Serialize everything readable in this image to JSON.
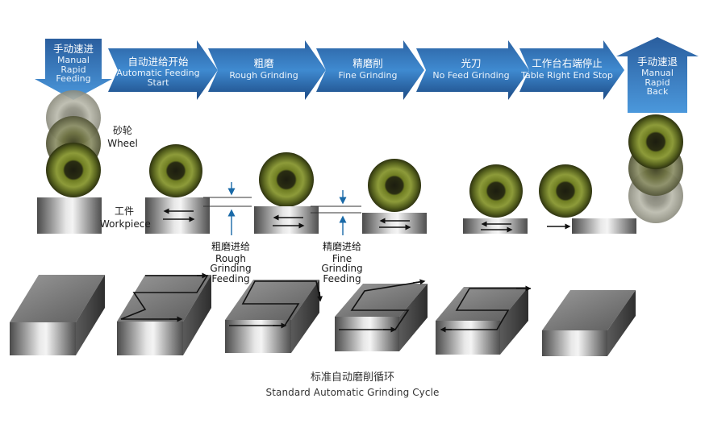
{
  "steps": [
    {
      "zh": "手动速进",
      "en": "Manual\nRapid\nFeeding"
    },
    {
      "zh": "自动进给开始",
      "en": "Automatic Feeding\nStart"
    },
    {
      "zh": "粗磨",
      "en": "Rough Grinding"
    },
    {
      "zh": "精磨削",
      "en": "Fine Grinding"
    },
    {
      "zh": "光刀",
      "en": "No Feed Grinding"
    },
    {
      "zh": "工作台右端停止",
      "en": "Table Right End Stop"
    },
    {
      "zh": "手动速退",
      "en": "Manual\nRapid\nBack"
    }
  ],
  "labels": {
    "wheel_zh": "砂轮",
    "wheel_en": "Wheel",
    "workpiece_zh": "工件",
    "workpiece_en": "Workpiece",
    "rough_feed_zh": "粗磨进给",
    "rough_feed_en": "Rough\nGrinding\nFeeding",
    "fine_feed_zh": "精磨进给",
    "fine_feed_en": "Fine\nGrinding\nFeeding"
  },
  "caption": {
    "zh": "标准自动磨削循环",
    "en": "Standard Automatic Grinding Cycle"
  },
  "colors": {
    "arrow_dark": "#1f4e8a",
    "arrow_light": "#3a82c4",
    "feed_arrow": "#1a6aa8",
    "wheel_core": "#4f5a1c"
  }
}
